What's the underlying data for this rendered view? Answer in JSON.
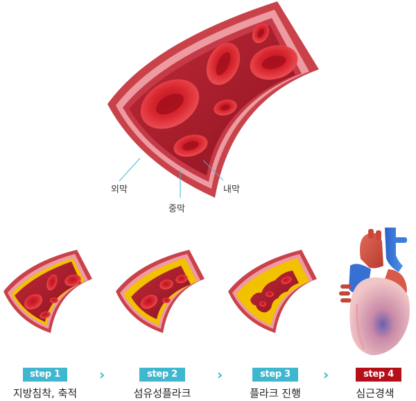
{
  "colors": {
    "step_badge": "#3fb7cf",
    "step_badge_final": "#b50f1a",
    "arrow": "#3fb7cf",
    "vessel_outer": "#c9424a",
    "vessel_wall": "#e58f96",
    "vessel_lumen": "#a81b2b",
    "blood_cell": "#d42a33",
    "plaque": "#f2c100"
  },
  "main_vessel": {
    "labels": {
      "outer": "외막",
      "middle": "중막",
      "inner": "내막"
    }
  },
  "steps": [
    {
      "badge": "step 1",
      "title": "지방침착, 축적",
      "image": "artery with fat deposit"
    },
    {
      "badge": "step 2",
      "title": "섬유성플라크",
      "image": "artery with fibrous plaque"
    },
    {
      "badge": "step 3",
      "title": "플라크 진행",
      "image": "artery with advanced plaque"
    },
    {
      "badge": "step 4",
      "title": "심근경색",
      "image": "heart"
    }
  ],
  "arrow_glyph": "›"
}
